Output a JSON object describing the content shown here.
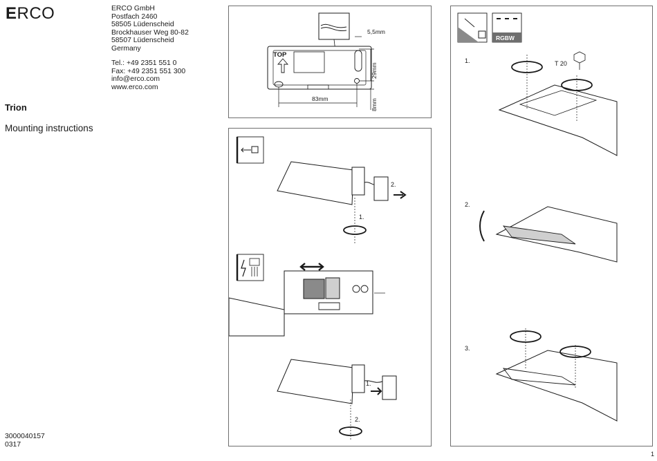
{
  "brand": {
    "logo_bold": "E",
    "logo_rest": "RCO"
  },
  "address": {
    "lines": [
      "ERCO GmbH",
      "Postfach 2460",
      "58505 Lüdenscheid",
      "Brockhauser Weg 80-82",
      "58507 Lüdenscheid",
      "Germany"
    ]
  },
  "contact": {
    "lines": [
      "Tel.: +49 2351 551 0",
      "Fax: +49 2351 551 300",
      "info@erco.com",
      "www.erco.com"
    ]
  },
  "product": {
    "name": "Trion",
    "subtitle": "Mounting instructions"
  },
  "document": {
    "number": "3000040157",
    "code": "0317",
    "page": "1"
  },
  "template_diagram": {
    "label_top": "TOP",
    "dim_width": "83mm",
    "dim_height": "29mm",
    "dim_hole": "5,5mm",
    "dim_offset": "8mm"
  },
  "wiring_diagram": {
    "step1": "1.",
    "step2": "2."
  },
  "mounting_diagram": {
    "variant_label": "RGBW",
    "torx_label": "T 20",
    "step1": "1.",
    "step2": "2.",
    "step3": "3."
  }
}
